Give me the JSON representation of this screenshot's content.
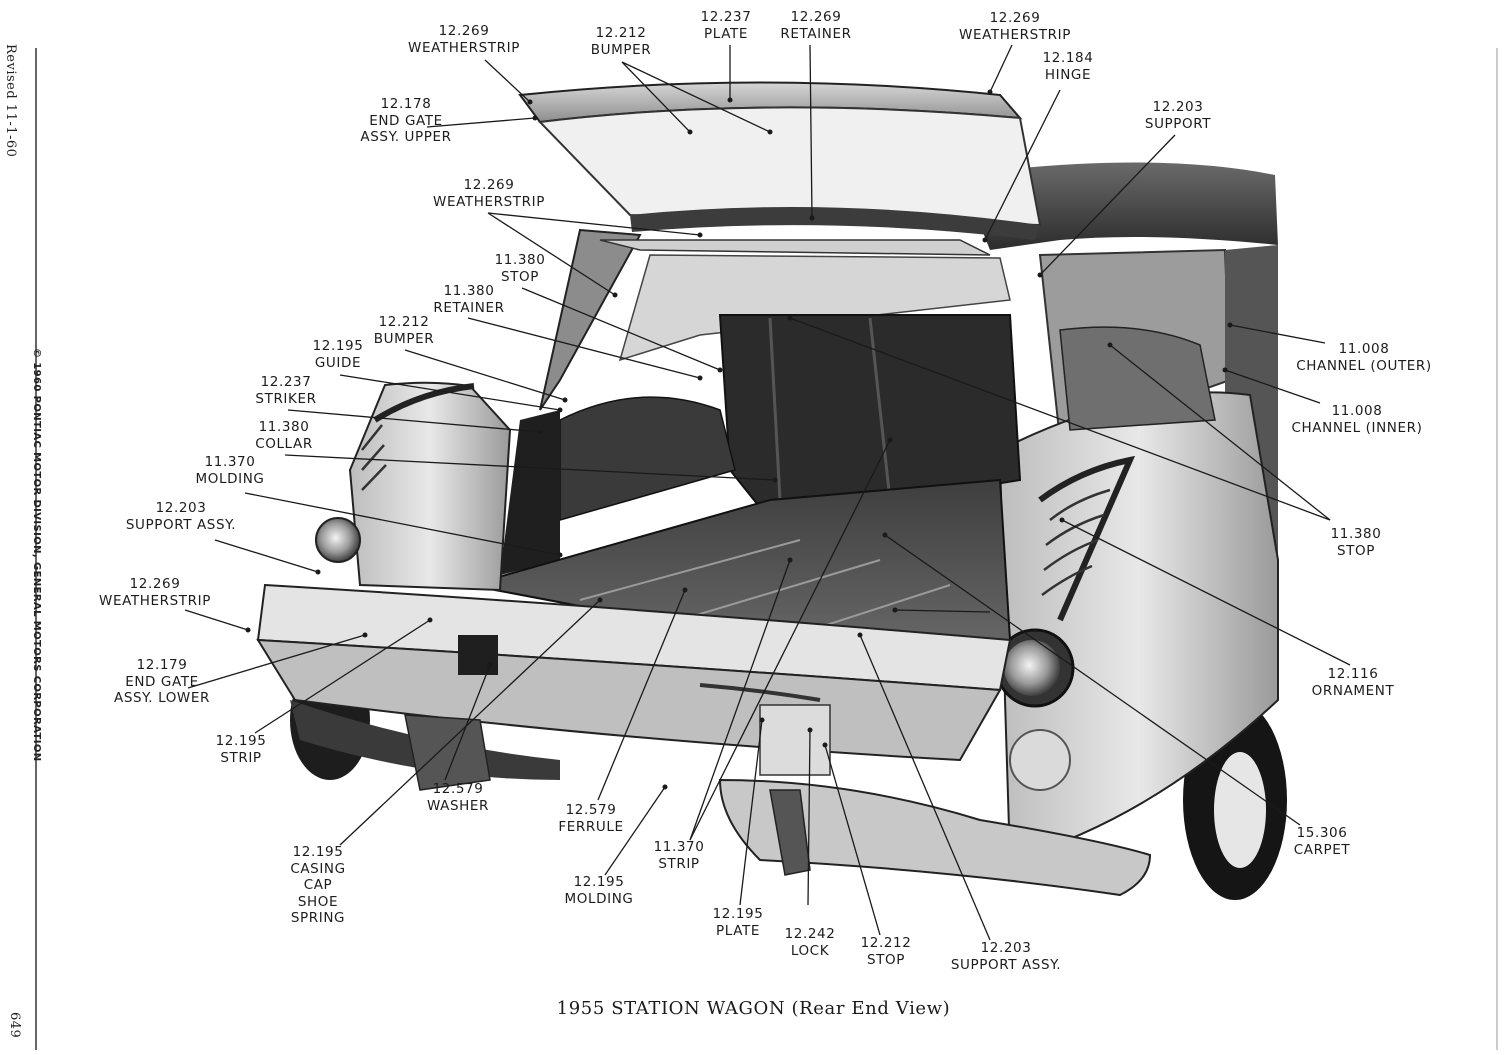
{
  "margin": {
    "revised": "Revised 11-1-60",
    "copyright": "© 1960 PONTIAC MOTOR DIVISION, GENERAL MOTORS CORPORATION",
    "page_number": "649"
  },
  "caption": "1955 STATION WAGON (Rear End View)",
  "callouts": [
    {
      "id": "c01",
      "lines": [
        "12.269",
        "WEATHERSTRIP"
      ]
    },
    {
      "id": "c02",
      "lines": [
        "12.212",
        "BUMPER"
      ]
    },
    {
      "id": "c03",
      "lines": [
        "12.237",
        "PLATE"
      ]
    },
    {
      "id": "c04",
      "lines": [
        "12.269",
        "RETAINER"
      ]
    },
    {
      "id": "c05",
      "lines": [
        "12.269",
        "WEATHERSTRIP"
      ]
    },
    {
      "id": "c06",
      "lines": [
        "12.184",
        "HINGE"
      ]
    },
    {
      "id": "c07",
      "lines": [
        "12.178",
        "END GATE",
        "ASSY. UPPER"
      ]
    },
    {
      "id": "c08",
      "lines": [
        "12.203",
        "SUPPORT"
      ]
    },
    {
      "id": "c09",
      "lines": [
        "12.269",
        "WEATHERSTRIP"
      ]
    },
    {
      "id": "c10",
      "lines": [
        "11.380",
        "STOP"
      ]
    },
    {
      "id": "c11",
      "lines": [
        "11.380",
        "RETAINER"
      ]
    },
    {
      "id": "c12",
      "lines": [
        "12.212",
        "BUMPER"
      ]
    },
    {
      "id": "c13",
      "lines": [
        "12.195",
        "GUIDE"
      ]
    },
    {
      "id": "c14",
      "lines": [
        "12.237",
        "STRIKER"
      ]
    },
    {
      "id": "c15",
      "lines": [
        "11.380",
        "COLLAR"
      ]
    },
    {
      "id": "c16",
      "lines": [
        "11.370",
        "MOLDING"
      ]
    },
    {
      "id": "c17",
      "lines": [
        "12.203",
        "SUPPORT ASSY."
      ]
    },
    {
      "id": "c18",
      "lines": [
        "12.269",
        "WEATHERSTRIP"
      ]
    },
    {
      "id": "c19",
      "lines": [
        "12.179",
        "END GATE",
        "ASSY. LOWER"
      ]
    },
    {
      "id": "c20",
      "lines": [
        "12.195",
        "STRIP"
      ]
    },
    {
      "id": "c21",
      "lines": [
        "12.579",
        "WASHER"
      ]
    },
    {
      "id": "c22",
      "lines": [
        "12.195",
        "CASING",
        "CAP",
        "SHOE",
        "SPRING"
      ]
    },
    {
      "id": "c23",
      "lines": [
        "12.579",
        "FERRULE"
      ]
    },
    {
      "id": "c24",
      "lines": [
        "12.195",
        "MOLDING"
      ]
    },
    {
      "id": "c25",
      "lines": [
        "11.370",
        "STRIP"
      ]
    },
    {
      "id": "c26",
      "lines": [
        "12.195",
        "PLATE"
      ]
    },
    {
      "id": "c27",
      "lines": [
        "12.242",
        "LOCK"
      ]
    },
    {
      "id": "c28",
      "lines": [
        "12.212",
        "STOP"
      ]
    },
    {
      "id": "c29",
      "lines": [
        "12.203",
        "SUPPORT ASSY."
      ]
    },
    {
      "id": "c30",
      "lines": [
        "11.008",
        "CHANNEL (OUTER)"
      ]
    },
    {
      "id": "c31",
      "lines": [
        "11.008",
        "CHANNEL (INNER)"
      ]
    },
    {
      "id": "c32",
      "lines": [
        "11.380",
        "STOP"
      ]
    },
    {
      "id": "c33",
      "lines": [
        "12.116",
        "ORNAMENT"
      ]
    },
    {
      "id": "c34",
      "lines": [
        "15.306",
        "CARPET"
      ]
    }
  ]
}
